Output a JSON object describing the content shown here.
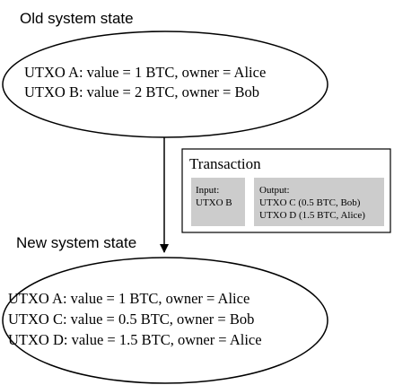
{
  "old_state": {
    "heading": "Old system state",
    "lines": [
      "UTXO A: value = 1 BTC, owner = Alice",
      "UTXO B: value = 2 BTC, owner = Bob"
    ]
  },
  "new_state": {
    "heading": "New system state",
    "lines": [
      "UTXO A: value = 1 BTC, owner = Alice",
      "UTXO C: value = 0.5 BTC, owner = Bob",
      "UTXO D: value = 1.5 BTC, owner = Alice"
    ]
  },
  "transaction": {
    "title": "Transaction",
    "input_label": "Input:",
    "input_items": [
      "UTXO B"
    ],
    "output_label": "Output:",
    "output_items": [
      "UTXO C (0.5 BTC, Bob)",
      "UTXO D (1.5 BTC, Alice)"
    ]
  },
  "colors": {
    "stroke": "#000000",
    "panel_fill": "#cccccc",
    "background": "#ffffff"
  }
}
